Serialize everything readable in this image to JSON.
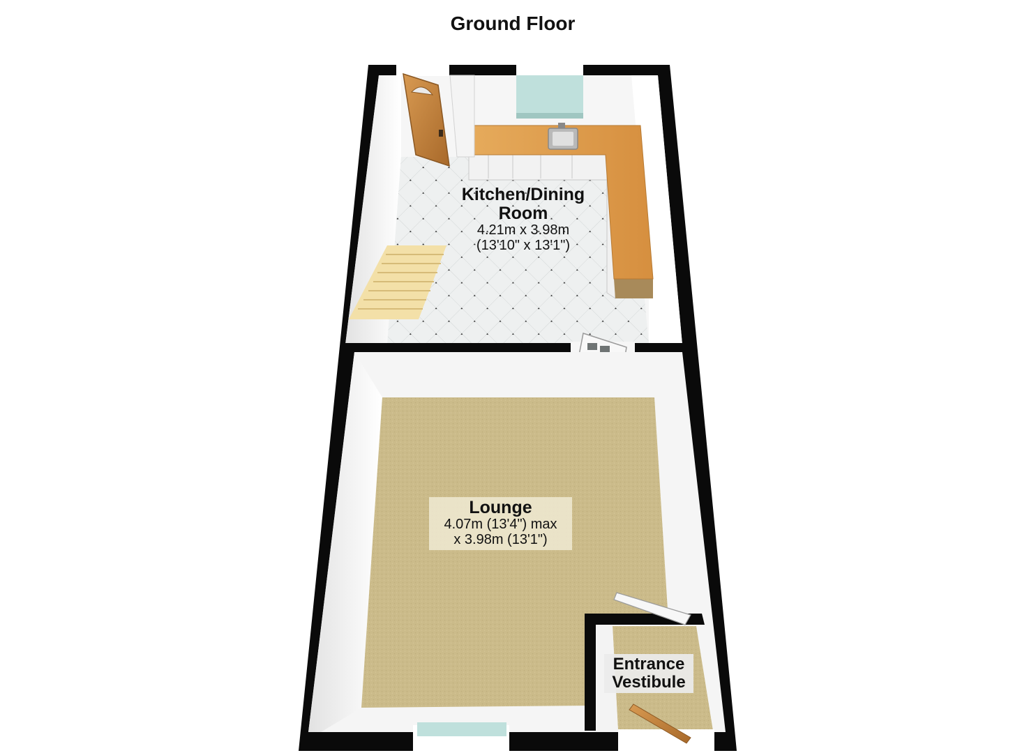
{
  "page": {
    "title": "Ground Floor"
  },
  "rooms": {
    "kitchen": {
      "name_line1": "Kitchen/Dining",
      "name_line2": "Room",
      "dim_metric": "4.21m x 3.98m",
      "dim_imperial": "(13'10\" x 13'1\")"
    },
    "lounge": {
      "name": "Lounge",
      "dim_line1": "4.07m (13'4\") max",
      "dim_line2": "x 3.98m (13'1\")"
    },
    "vestibule": {
      "name_line1": "Entrance",
      "name_line2": "Vestibule"
    }
  },
  "colors": {
    "wall": "#0a0a0a",
    "inner_wall": "#f4f4f4",
    "carpet": "#cbbb8a",
    "tile": "#eef0f0",
    "worktop": "#e0a152",
    "stairs": "#f3e0a8",
    "door_wood": "#c98a44",
    "window_glass": "#bfe0dc"
  }
}
